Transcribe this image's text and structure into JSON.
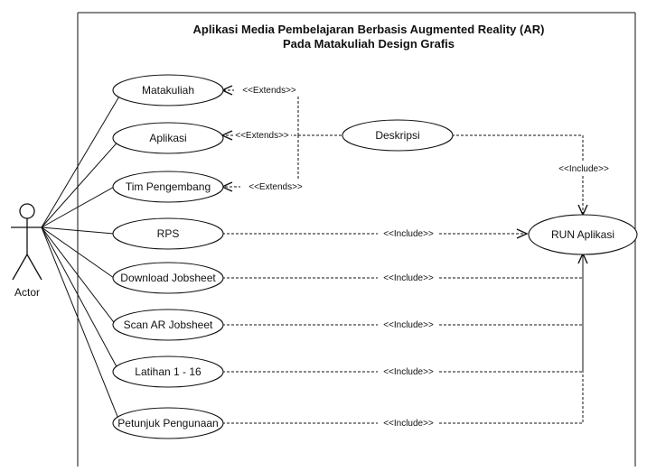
{
  "system": {
    "title_line1": "Aplikasi Media Pembelajaran Berbasis Augmented Reality (AR)",
    "title_line2": "Pada Matakuliah Design Grafis"
  },
  "actor": {
    "label": "Actor"
  },
  "use_cases": {
    "matakuliah": "Matakuliah",
    "aplikasi": "Aplikasi",
    "tim_pengembang": "Tim Pengembang",
    "rps": "RPS",
    "download_jobsheet": "Download Jobsheet",
    "scan_ar_jobsheet": "Scan AR Jobsheet",
    "latihan": "Latihan 1 - 16",
    "petunjuk": "Petunjuk Pengunaan",
    "deskripsi": "Deskripsi",
    "run_aplikasi": "RUN Aplikasi"
  },
  "relations": {
    "extends_matakuliah": "<<Extends>>",
    "extends_aplikasi": "<<Extends>>",
    "extends_tim": "<<Extends>>",
    "include_deskripsi": "<<Include>>",
    "include_rps": "<<Include>>",
    "include_download": "<<Include>>",
    "include_scan": "<<Include>>",
    "include_latihan": "<<Include>>",
    "include_petunjuk": "<<Include>>"
  }
}
